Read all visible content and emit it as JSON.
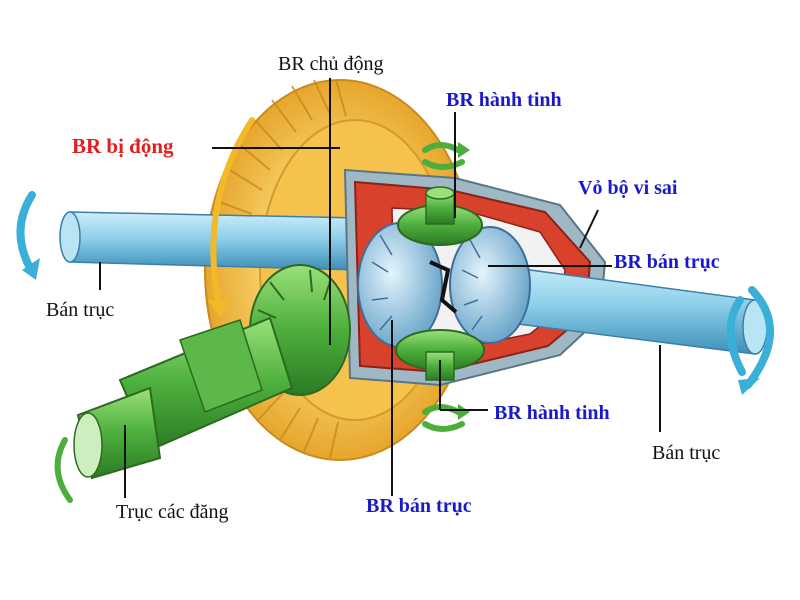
{
  "labels": {
    "br_chu_dong": "BR chủ động",
    "br_bi_dong": "BR bị động",
    "br_hanh_tinh_top": "BR hành tinh",
    "vo_bo_vi_sai": "Vỏ bộ vi sai",
    "br_ban_truc_right": "BR bán trục",
    "ban_truc_left": "Bán trục",
    "br_hanh_tinh_bottom": "BR hành tinh",
    "ban_truc_right": "Bán trục",
    "truc_cac_dang": "Trục các đăng",
    "br_ban_truc_bottom": "BR bán trục"
  },
  "colors": {
    "label_black": "#111111",
    "label_blue": "#1a1acc",
    "label_red": "#e02020",
    "ring_gear": "#f2c04a",
    "pinion": "#4caf3c",
    "shaft": "#7ec8e8",
    "housing": "#d8412c",
    "side_gear": "#9cc8e8",
    "arrow": "#3ab0d8"
  },
  "icons": [
    "rotation-arrow-icon",
    "gear-icon"
  ]
}
